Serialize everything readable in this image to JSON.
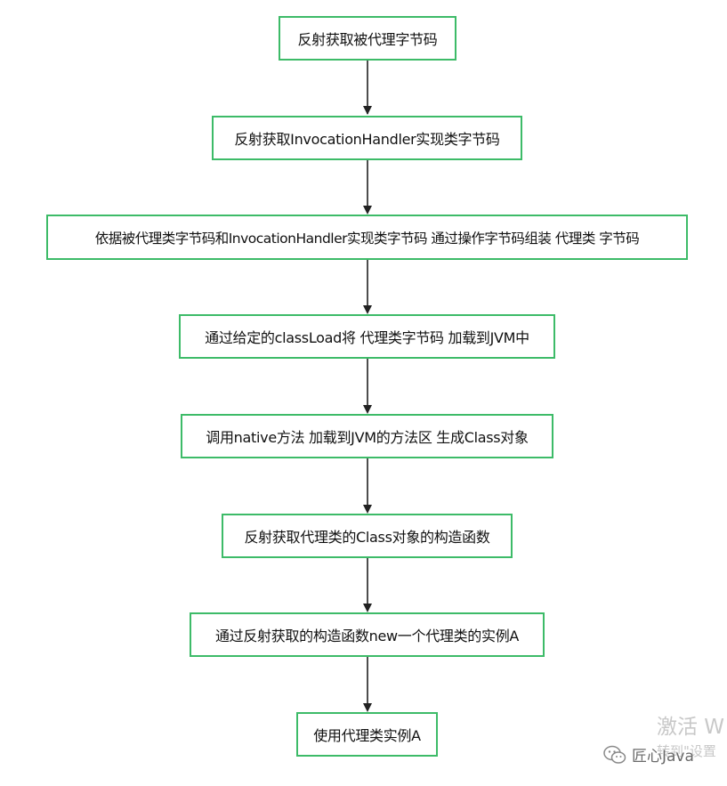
{
  "flow": {
    "steps": [
      "反射获取被代理字节码",
      "反射获取InvocationHandler实现类字节码",
      "依据被代理类字节码和InvocationHandler实现类字节码 通过操作字节码组装 代理类 字节码",
      "通过给定的classLoad将 代理类字节码 加载到JVM中",
      "调用native方法 加载到JVM的方法区 生成Class对象",
      "反射获取代理类的Class对象的构造函数",
      "通过反射获取的构造函数new一个代理类的实例A",
      "使用代理类实例A"
    ],
    "border_color": "#3dbb68",
    "arrow_color": "#222222"
  },
  "watermark": {
    "brand": "匠心Java",
    "activate": "激活 W",
    "settings": "转到\"设置"
  },
  "icons": {
    "brand_icon": "wechat-icon"
  }
}
